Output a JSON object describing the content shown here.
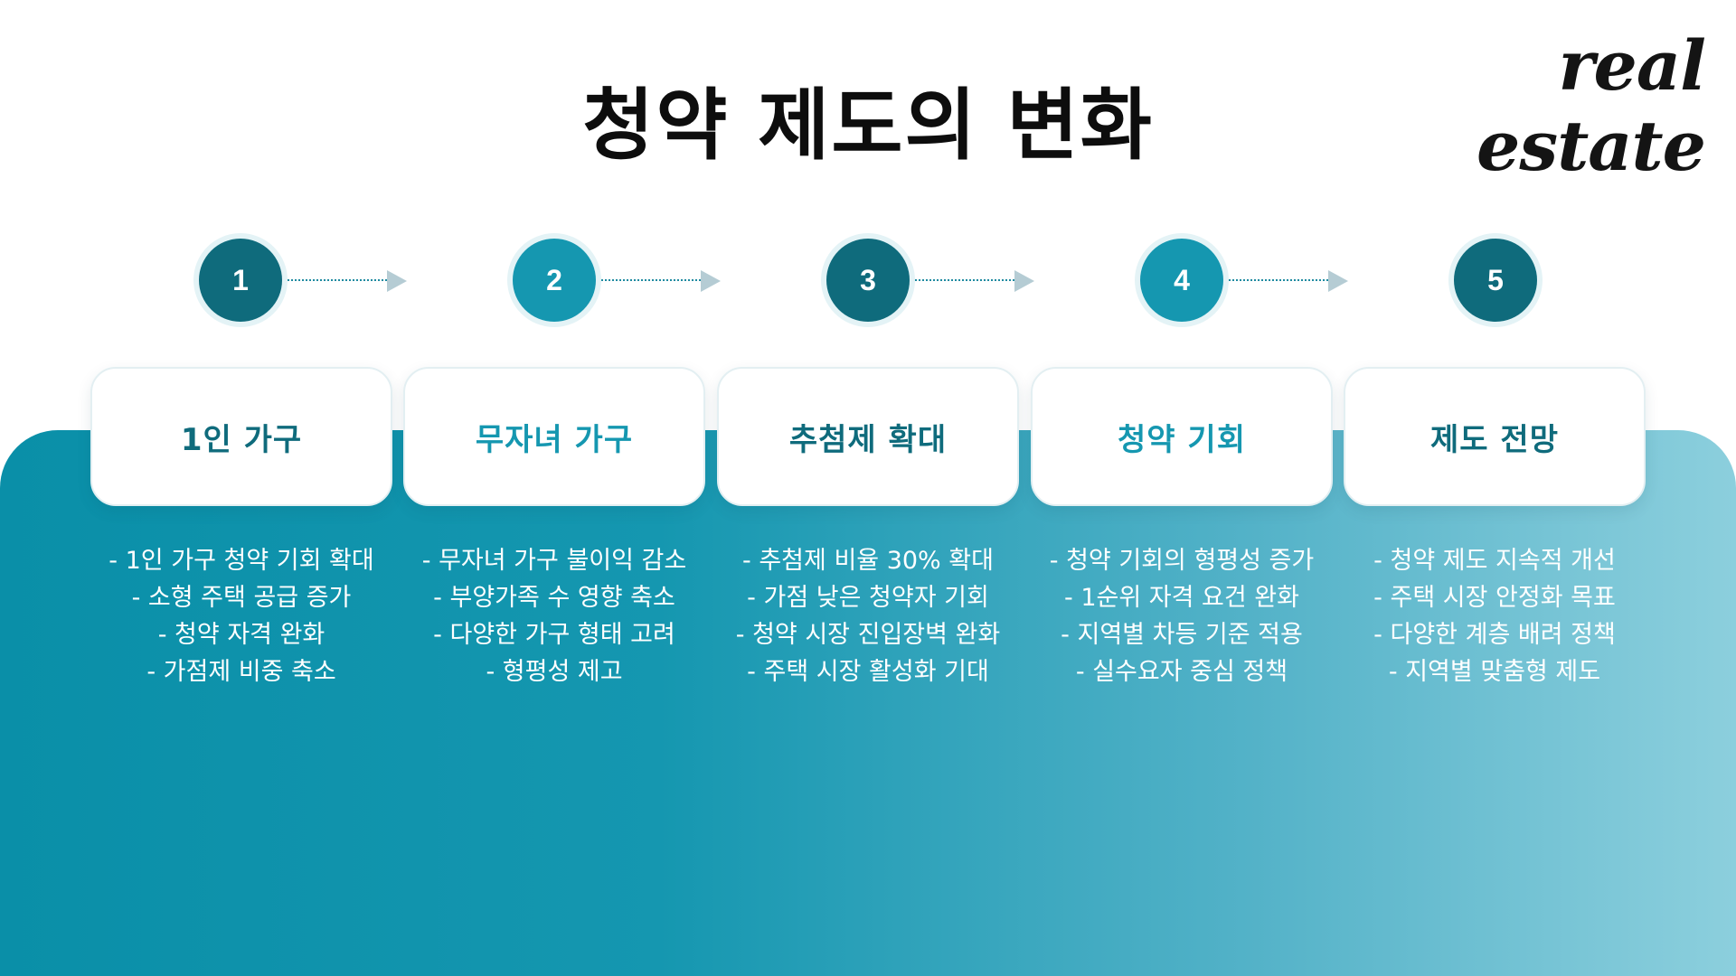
{
  "title": "청약 제도의 변화",
  "logo": "real estate",
  "colors": {
    "dark_teal": "#0f6b7c",
    "bright_teal": "#1597b0",
    "panel_start": "#0a8fa8",
    "panel_end": "#8ccfdd"
  },
  "steps": [
    {
      "number": "1",
      "title": "1인 가구",
      "color": "#0f6b7c",
      "points": [
        "- 1인 가구 청약 기회 확대",
        "- 소형 주택 공급 증가",
        "- 청약 자격 완화",
        "- 가점제 비중 축소"
      ]
    },
    {
      "number": "2",
      "title": "무자녀 가구",
      "color": "#1597b0",
      "points": [
        "- 무자녀 가구 불이익 감소",
        "- 부양가족 수 영향 축소",
        "- 다양한 가구 형태 고려",
        "- 형평성 제고"
      ]
    },
    {
      "number": "3",
      "title": "추첨제 확대",
      "color": "#0f6b7c",
      "points": [
        "- 추첨제 비율 30% 확대",
        "- 가점 낮은 청약자 기회",
        "- 청약 시장 진입장벽 완화",
        "- 주택 시장 활성화 기대"
      ]
    },
    {
      "number": "4",
      "title": "청약 기회",
      "color": "#1597b0",
      "points": [
        "- 청약 기회의 형평성 증가",
        "- 1순위 자격 요건 완화",
        "- 지역별 차등 기준 적용",
        "- 실수요자 중심 정책"
      ]
    },
    {
      "number": "5",
      "title": "제도 전망",
      "color": "#0f6b7c",
      "points": [
        "- 청약 제도 지속적 개선",
        "- 주택 시장 안정화 목표",
        "- 다양한 계층 배려 정책",
        "- 지역별 맞춤형 제도"
      ]
    }
  ]
}
